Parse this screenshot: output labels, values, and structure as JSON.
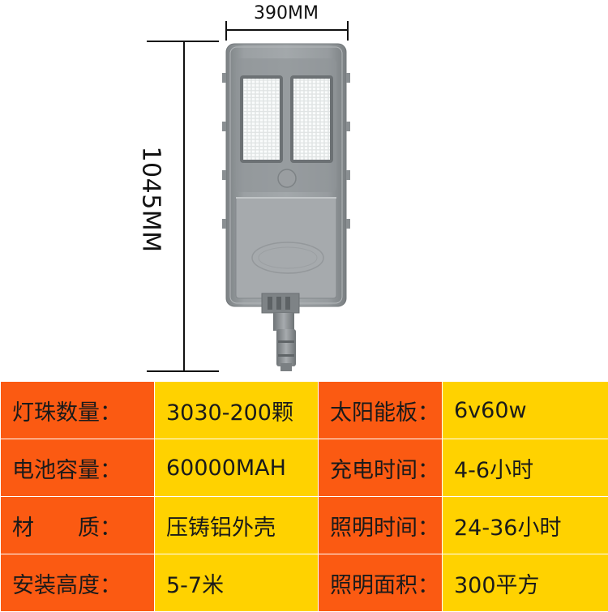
{
  "dimensions": {
    "width_label": "390MM",
    "height_label": "1045MM"
  },
  "specs": [
    {
      "label1": "灯珠数量：",
      "value1": "3030-200颗",
      "label2": "太阳能板：",
      "value2": "6v60w"
    },
    {
      "label1": "电池容量：",
      "value1": "60000MAH",
      "label2": "充电时间：",
      "value2": "4-6小时"
    },
    {
      "label1": "材　　质：",
      "value1": "压铸铝外壳",
      "label2": "照明时间：",
      "value2": "24-36小时"
    },
    {
      "label1": "安装高度：",
      "value1": "5-7米",
      "label2": "照明面积：",
      "value2": "300平方"
    }
  ],
  "colors": {
    "label_bg": "#fb5a12",
    "value_bg": "#ffd200",
    "lamp_body": "#8e9396",
    "led": "#f2f4f4"
  },
  "icons": {
    "product": "solar-street-light-image"
  }
}
